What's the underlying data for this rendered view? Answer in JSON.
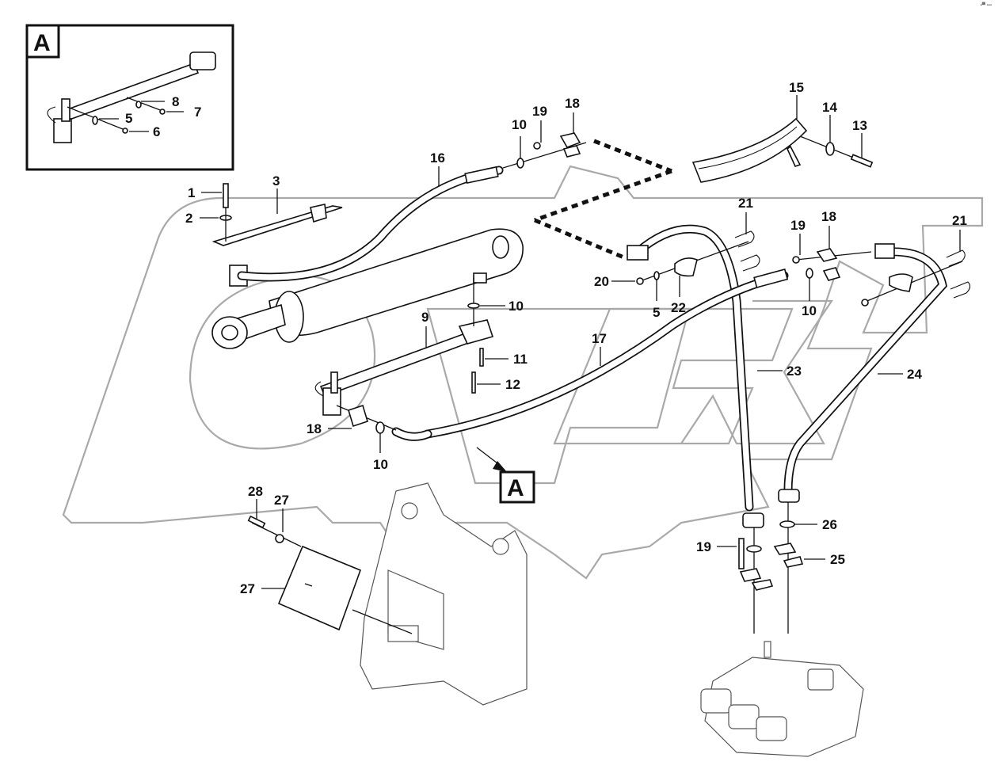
{
  "corner_mark": "▪▀ ▪▪▪",
  "watermark": "OPEX",
  "detail_box": {
    "label": "A",
    "callouts": [
      "8",
      "7",
      "5",
      "6"
    ]
  },
  "detail_ref_label": "A",
  "callouts": {
    "c1": "1",
    "c2": "2",
    "c3": "3",
    "c5a": "5",
    "c5b": "5",
    "c9": "9",
    "c10a": "10",
    "c10b": "10",
    "c10c": "10",
    "c10d": "10",
    "c11": "11",
    "c12": "12",
    "c13": "13",
    "c14": "14",
    "c15": "15",
    "c16": "16",
    "c17": "17",
    "c18a": "18",
    "c18b": "18",
    "c18c": "18",
    "c19a": "19",
    "c19b": "19",
    "c19c": "19",
    "c20": "20",
    "c21a": "21",
    "c21b": "21",
    "c22": "22",
    "c23": "23",
    "c24": "24",
    "c25": "25",
    "c26": "26",
    "c27a": "27",
    "c27b": "27",
    "c28": "28"
  },
  "parts": [
    {
      "id": "1",
      "name": "bolt"
    },
    {
      "id": "2",
      "name": "washer"
    },
    {
      "id": "3",
      "name": "bracket-rail"
    },
    {
      "id": "5",
      "name": "washer"
    },
    {
      "id": "6",
      "name": "bolt"
    },
    {
      "id": "7",
      "name": "bolt"
    },
    {
      "id": "8",
      "name": "washer"
    },
    {
      "id": "9",
      "name": "hydraulic-pipe"
    },
    {
      "id": "10",
      "name": "o-ring"
    },
    {
      "id": "11",
      "name": "screw"
    },
    {
      "id": "12",
      "name": "screw"
    },
    {
      "id": "13",
      "name": "bolt"
    },
    {
      "id": "14",
      "name": "washer"
    },
    {
      "id": "15",
      "name": "hose-guide"
    },
    {
      "id": "16",
      "name": "hose"
    },
    {
      "id": "17",
      "name": "hose"
    },
    {
      "id": "18",
      "name": "flange-half"
    },
    {
      "id": "19",
      "name": "bolt"
    },
    {
      "id": "20",
      "name": "nut"
    },
    {
      "id": "21",
      "name": "u-clamp"
    },
    {
      "id": "22",
      "name": "clamp-block"
    },
    {
      "id": "23",
      "name": "hydraulic-pipe"
    },
    {
      "id": "24",
      "name": "hydraulic-pipe"
    },
    {
      "id": "25",
      "name": "flange-half"
    },
    {
      "id": "26",
      "name": "o-ring"
    },
    {
      "id": "27",
      "name": "cover-plate"
    },
    {
      "id": "28",
      "name": "screw"
    }
  ]
}
